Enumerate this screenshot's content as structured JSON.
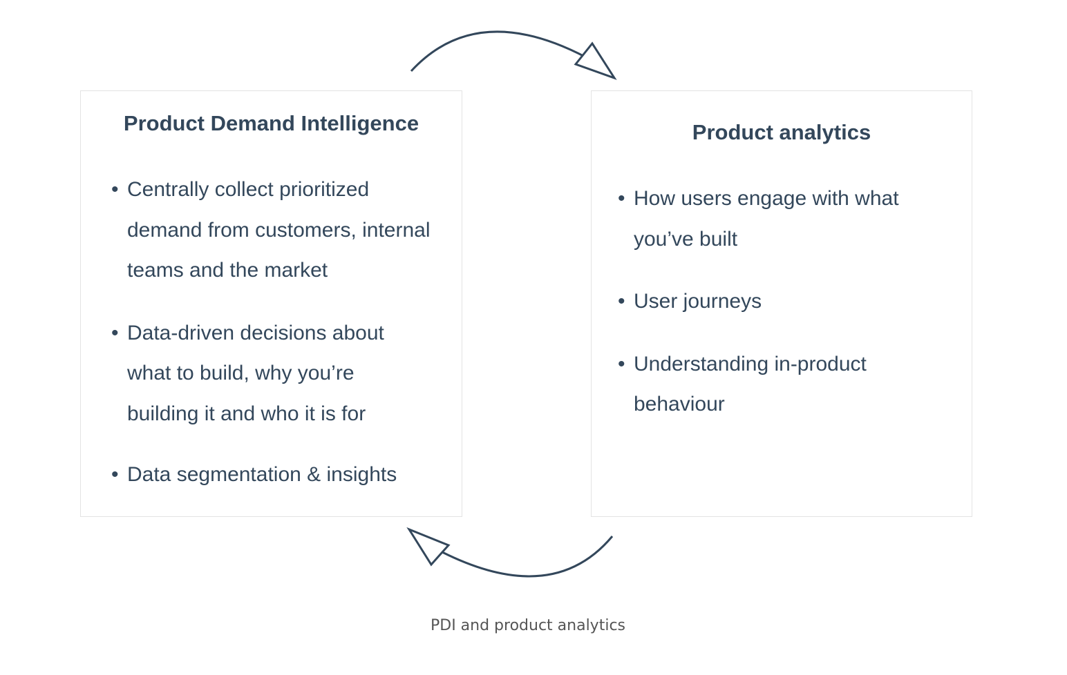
{
  "left_box": {
    "title": "Product Demand Intelligence",
    "items": [
      "Centrally collect prioritized demand from customers, internal teams and the market",
      "Data-driven decisions about what to build, why you’re building it and who it is for",
      "Data segmentation & insights"
    ]
  },
  "right_box": {
    "title": "Product analytics",
    "items": [
      "How users engage with what you’ve built",
      "User journeys",
      "Understanding in-product behaviour"
    ]
  },
  "caption": "PDI and product analytics",
  "colors": {
    "text": "#33475b",
    "border": "#e3e3e3",
    "caption": "#555555"
  }
}
